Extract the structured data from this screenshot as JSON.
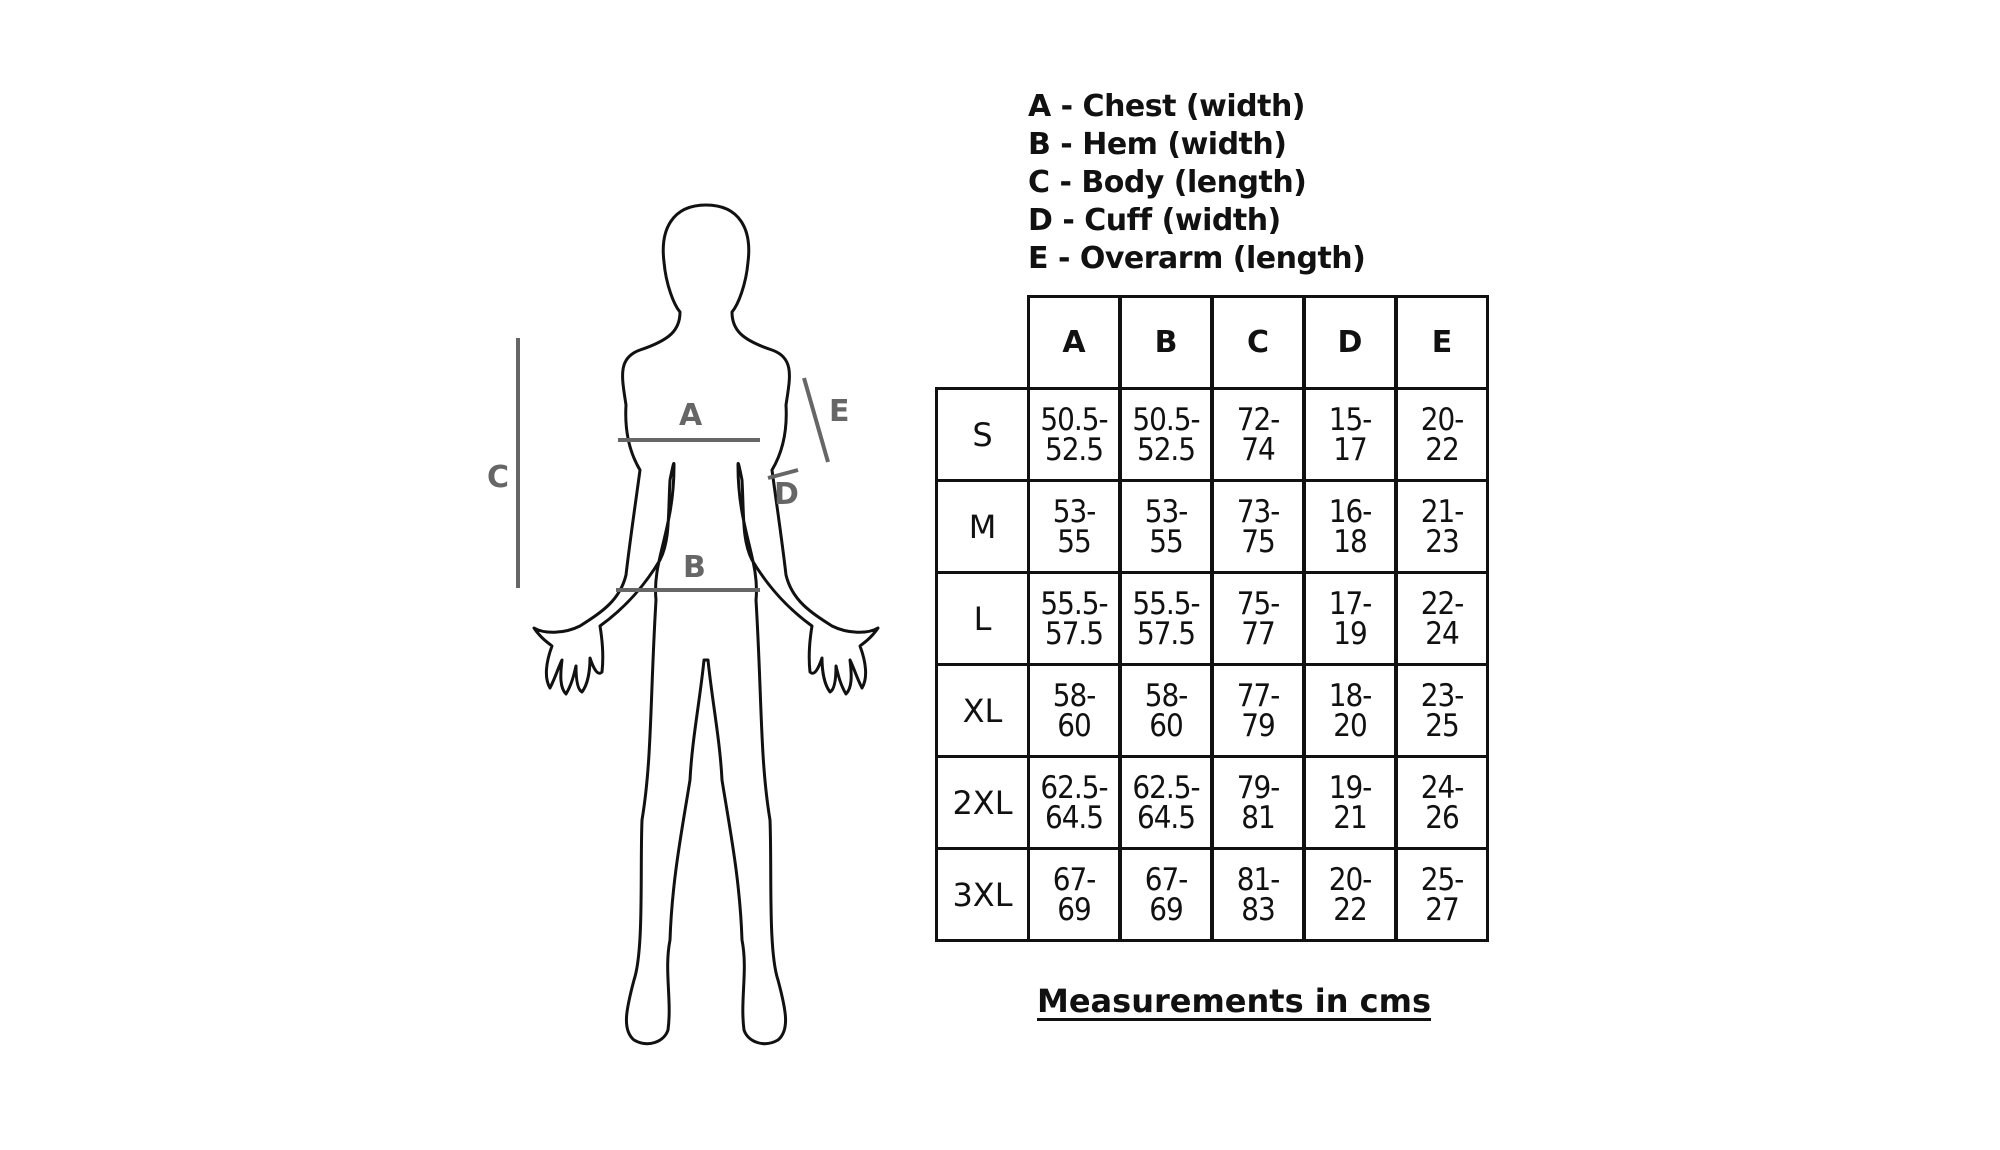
{
  "legend": [
    "A - Chest (width)",
    "B - Hem (width)",
    "C - Body (length)",
    "D - Cuff (width)",
    "E - Overarm (length)"
  ],
  "diagram_labels": {
    "a": "A",
    "b": "B",
    "c": "C",
    "d": "D",
    "e": "E"
  },
  "table": {
    "columns": [
      "A",
      "B",
      "C",
      "D",
      "E"
    ],
    "rows": [
      {
        "size": "S",
        "values": [
          "50.5-\n52.5",
          "50.5-\n52.5",
          "72-\n74",
          "15-\n17",
          "20-\n22"
        ]
      },
      {
        "size": "M",
        "values": [
          "53-\n55",
          "53-\n55",
          "73-\n75",
          "16-\n18",
          "21-\n23"
        ]
      },
      {
        "size": "L",
        "values": [
          "55.5-\n57.5",
          "55.5-\n57.5",
          "75-\n77",
          "17-\n19",
          "22-\n24"
        ]
      },
      {
        "size": "XL",
        "values": [
          "58-\n60",
          "58-\n60",
          "77-\n79",
          "18-\n20",
          "23-\n25"
        ]
      },
      {
        "size": "2XL",
        "values": [
          "62.5-\n64.5",
          "62.5-\n64.5",
          "79-\n81",
          "19-\n21",
          "24-\n26"
        ]
      },
      {
        "size": "3XL",
        "values": [
          "67-\n69",
          "67-\n69",
          "81-\n83",
          "20-\n22",
          "25-\n27"
        ]
      }
    ]
  },
  "footnote": "Measurements in cms",
  "colors": {
    "outline": "#111111",
    "measure_line": "#666666",
    "background": "#ffffff"
  }
}
